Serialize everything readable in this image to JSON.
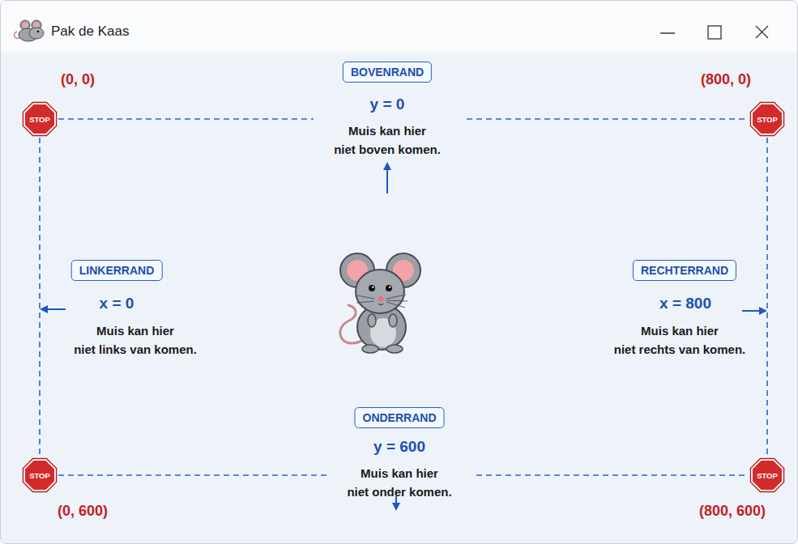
{
  "diagram": {
    "title": "Pak de Kaas",
    "nodes": [
      {
        "text": [
          "BOVENRAND"
        ]
      },
      {
        "text": [
          "STOP"
        ]
      },
      {
        "text": [
          "STOP"
        ]
      },
      {
        "text": [
          "LINKERRAND"
        ]
      },
      {
        "text": [
          "RECHTERRAND"
        ]
      },
      {
        "text": [
          "ONDERRAND"
        ]
      },
      {
        "text": [
          "STOP"
        ]
      },
      {
        "text": [
          "STOP"
        ]
      }
    ],
    "edges": [
      {
        "from": 1,
        "to": 2,
        "arrow": "none"
      },
      {
        "from": 1,
        "to": 6,
        "arrow": "none"
      },
      {
        "from": 2,
        "to": 7,
        "arrow": "none"
      },
      {
        "from": 6,
        "to": 7,
        "arrow": "none"
      }
    ],
    "labels": [
      "(0, 0)",
      "(800, 0)",
      "y = 0",
      "Muis kan hier niet boven komen.",
      "x = 0",
      "Muis kan hier niet links van komen.",
      "x = 800",
      "Muis kan hier niet rechts van komen.",
      "y = 600",
      "Muis kan hier niet onder komen.",
      "(0, 600)",
      "(800, 600)"
    ]
  }
}
